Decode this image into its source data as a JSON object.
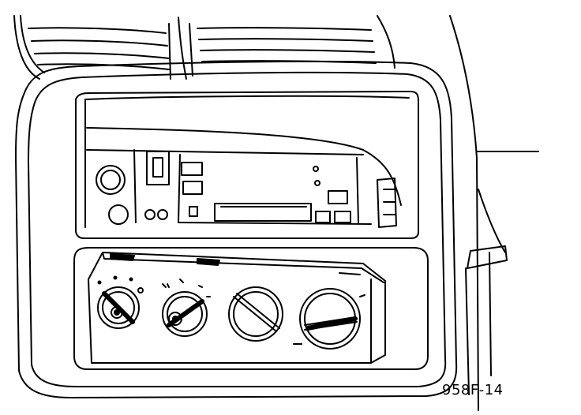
{
  "figure": {
    "label": "958F-14"
  },
  "style": {
    "ink": "#000000",
    "paper": "#ffffff"
  },
  "icons": [
    "upper-vent-icon",
    "radio-unit",
    "heater-control-panel",
    "rotary-knob-icon"
  ]
}
